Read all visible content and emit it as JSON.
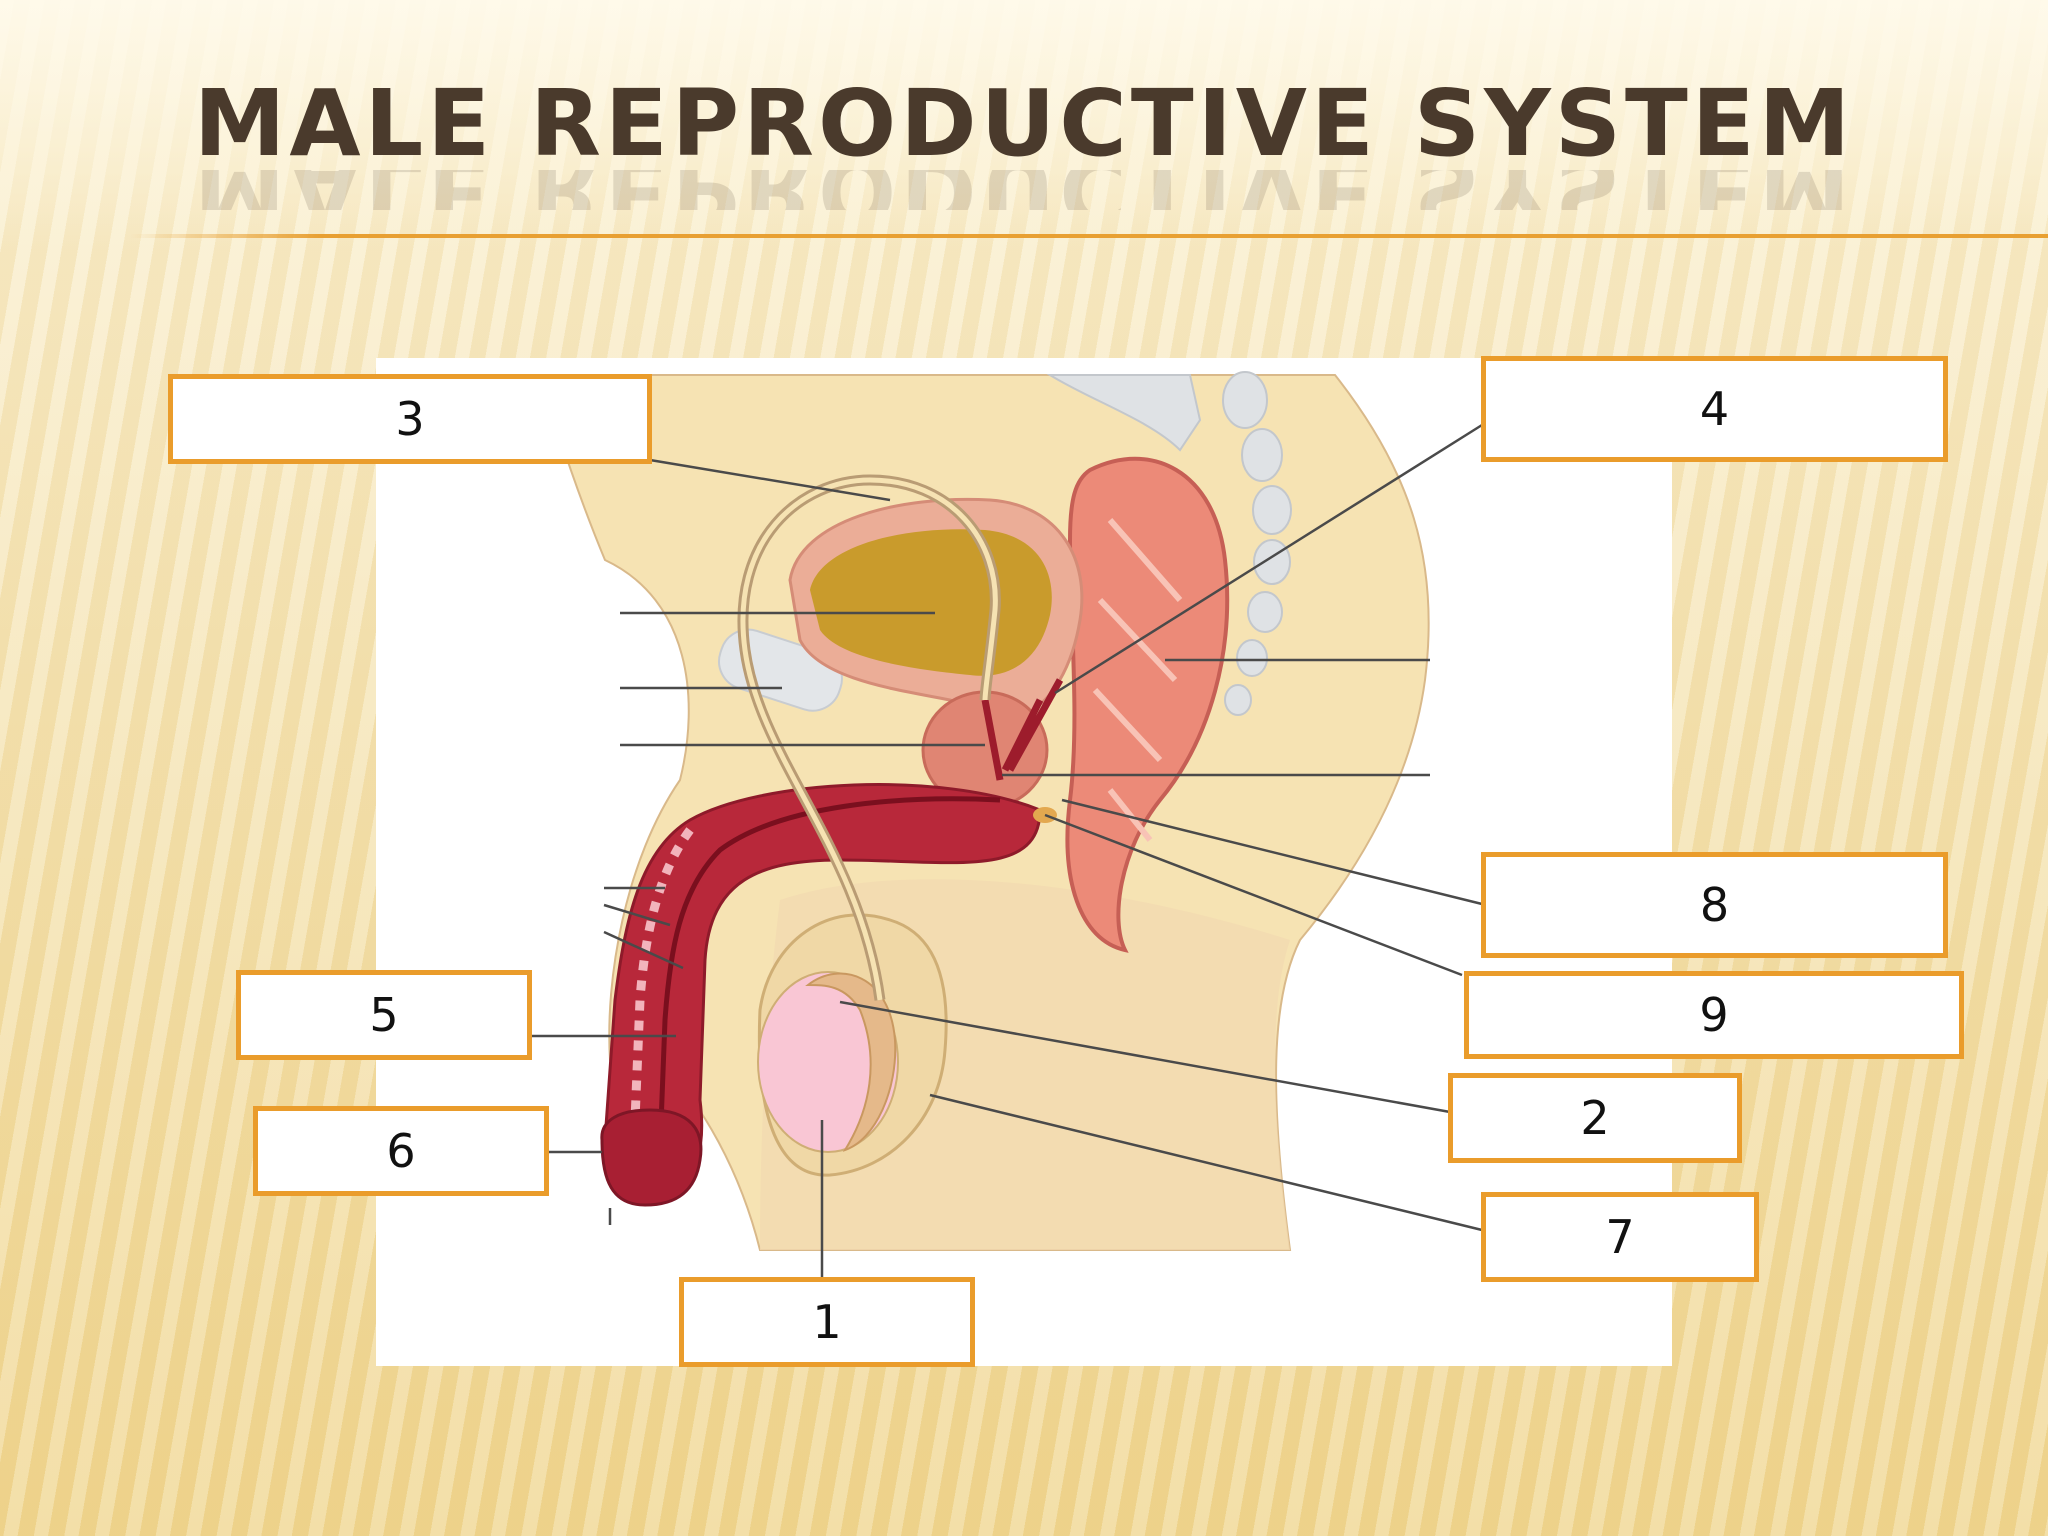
{
  "slide": {
    "title": "MALE REPRODUCTIVE SYSTEM",
    "accent_color": "#ea9c2b"
  },
  "diagram": {
    "labels": [
      {
        "id": "label-1",
        "text": "1"
      },
      {
        "id": "label-2",
        "text": "2"
      },
      {
        "id": "label-3",
        "text": "3"
      },
      {
        "id": "label-4",
        "text": "4"
      },
      {
        "id": "label-5",
        "text": "5"
      },
      {
        "id": "label-6",
        "text": "6"
      },
      {
        "id": "label-7",
        "text": "7"
      },
      {
        "id": "label-8",
        "text": "8"
      },
      {
        "id": "label-9",
        "text": "9"
      }
    ]
  }
}
